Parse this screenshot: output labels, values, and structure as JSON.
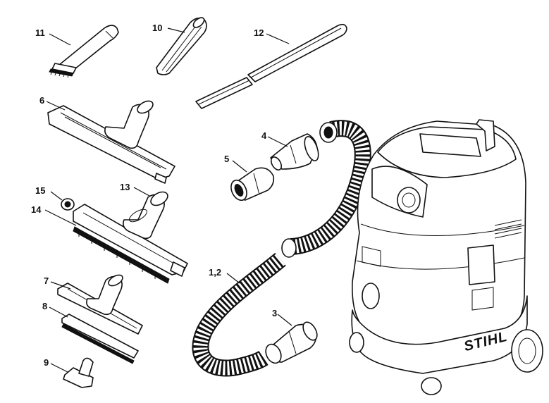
{
  "diagram": {
    "callouts": [
      {
        "id": "c11",
        "text": "11"
      },
      {
        "id": "c10",
        "text": "10"
      },
      {
        "id": "c12",
        "text": "12"
      },
      {
        "id": "c6",
        "text": "6"
      },
      {
        "id": "c4",
        "text": "4"
      },
      {
        "id": "c5",
        "text": "5"
      },
      {
        "id": "c15",
        "text": "15"
      },
      {
        "id": "c13",
        "text": "13"
      },
      {
        "id": "c14",
        "text": "14"
      },
      {
        "id": "c12b",
        "text": "1,2"
      },
      {
        "id": "c7",
        "text": "7"
      },
      {
        "id": "c8",
        "text": "8"
      },
      {
        "id": "c3",
        "text": "3"
      },
      {
        "id": "c9",
        "text": "9"
      }
    ],
    "brand_logo": "STIHL"
  }
}
